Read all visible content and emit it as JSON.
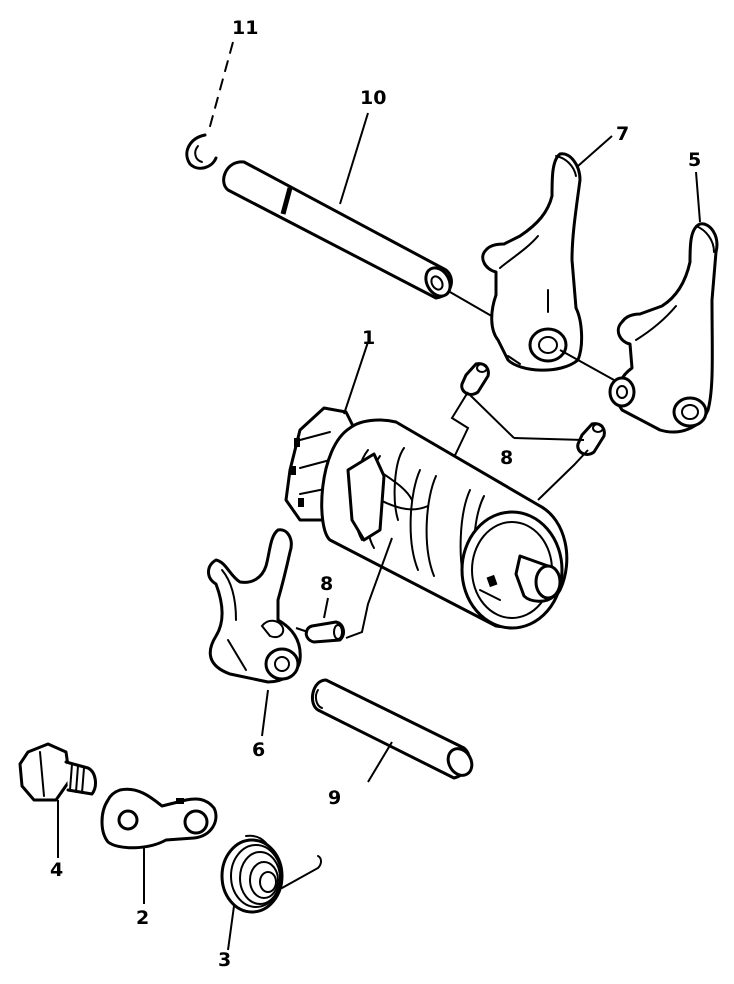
{
  "labels": {
    "drum": "1",
    "stopper_lever": "2",
    "spring": "3",
    "bolt": "4",
    "fork_right": "5",
    "fork_left": "6",
    "fork_top": "7",
    "pin_upper": "8",
    "pin_lower": "8",
    "rod_lower": "9",
    "rod_upper": "10",
    "circlip": "11"
  }
}
